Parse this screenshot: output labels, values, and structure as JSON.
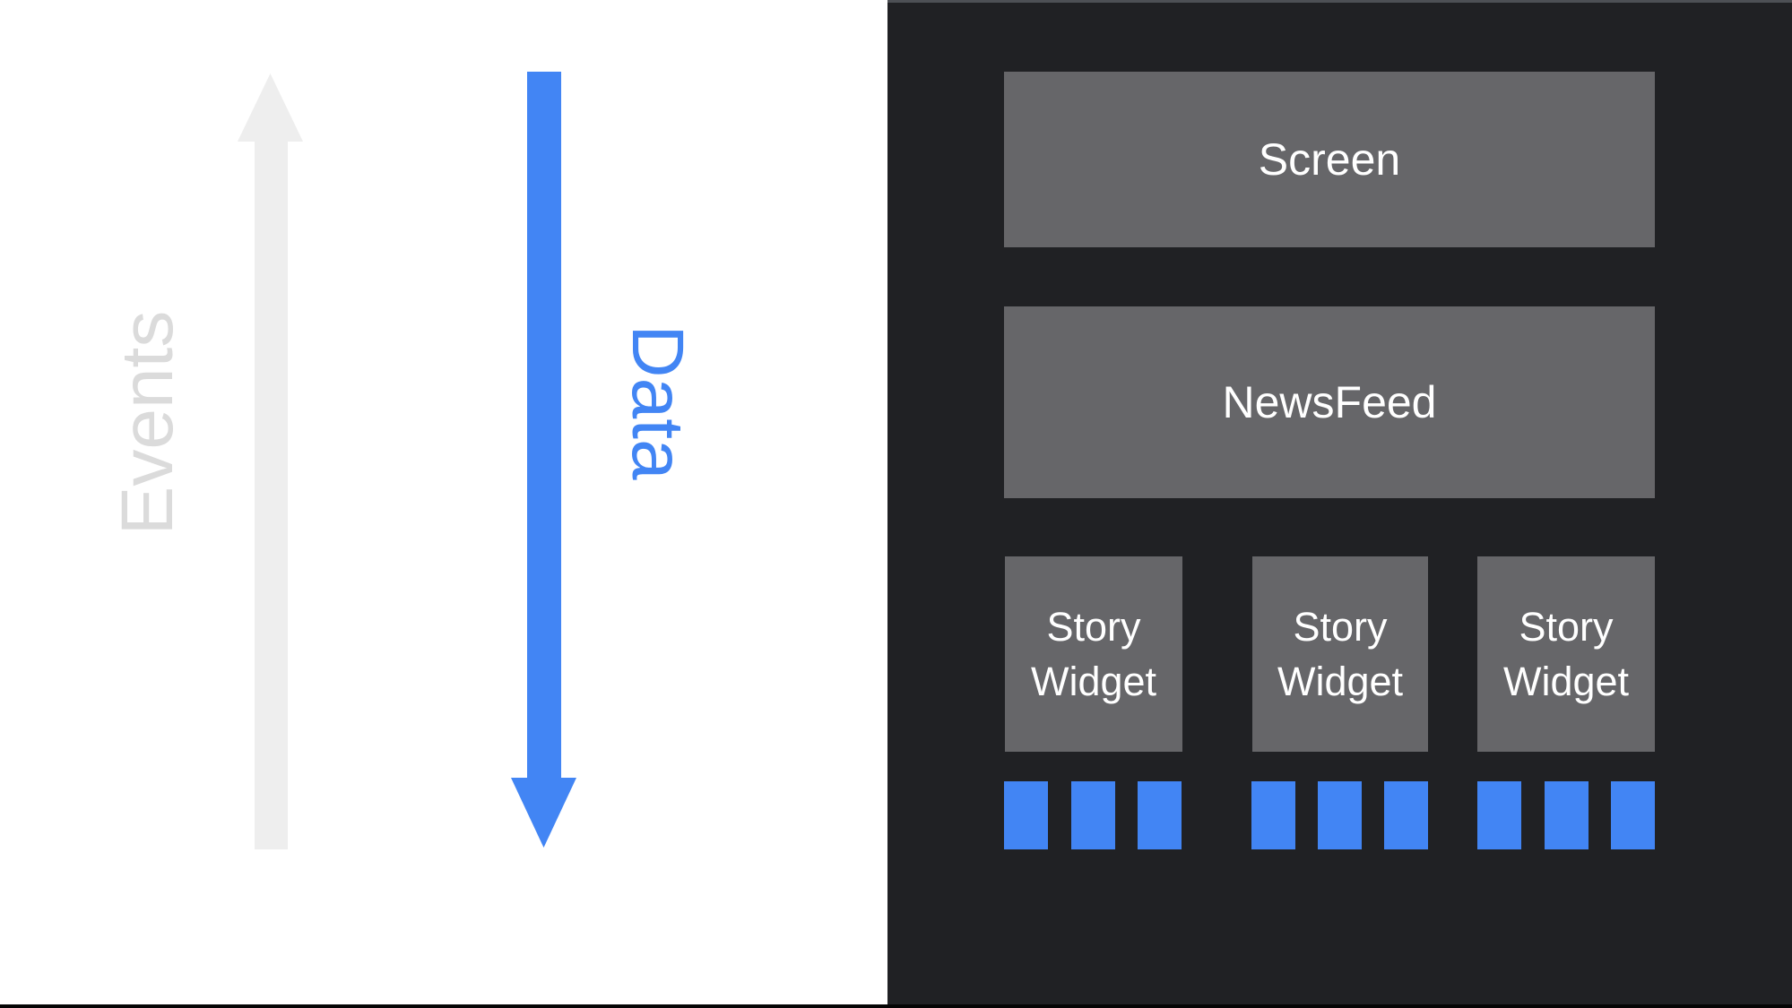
{
  "colors": {
    "background": "#ffffff",
    "panel_bg": "#202124",
    "panel_top_edge": "#4d5055",
    "box_gray": "#666669",
    "accent_blue": "#4285f4",
    "events_text": "#dbdbdb",
    "arrow_gray": "#eeeeee",
    "label_white": "#ffffff",
    "bottom_bar": "#050505"
  },
  "icons": {
    "events_arrow": "arrow-up",
    "data_arrow": "arrow-down"
  },
  "left_section": {
    "events_label": "Events",
    "data_label": "Data"
  },
  "panel": {
    "screen_label": "Screen",
    "newsfeed_label": "NewsFeed",
    "widgets": [
      {
        "label": "Story Widget",
        "blocks": 3
      },
      {
        "label": "Story Widget",
        "blocks": 3
      },
      {
        "label": "Story Widget",
        "blocks": 3
      }
    ]
  }
}
